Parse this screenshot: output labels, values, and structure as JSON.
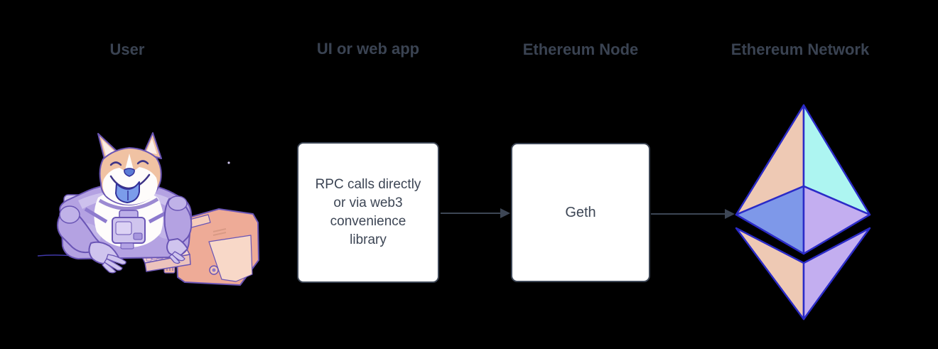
{
  "colors": {
    "canvas-bg": "#000000",
    "heading": "#3a4352",
    "stroke": "#3d4655",
    "box-bg": "#ffffff",
    "eth-outline": "#2b2bc7",
    "eth-peach": "#eec9b4",
    "eth-cyan": "#adf5f1",
    "eth-blue": "#7e98e9",
    "eth-lavender": "#c3aef0",
    "doge-fur": "#f0c2a3",
    "doge-white": "#fefcfb",
    "suit-purple": "#b4a2e2",
    "suit-light": "#cfc4ee",
    "ink-purple": "#6a55b5",
    "tongue-blue": "#7b9cea",
    "computer-salmon": "#eeab97",
    "computer-panel": "#f8d8c8",
    "keyboard-pink": "#f7d9d4"
  },
  "headings": {
    "user": "User",
    "ui": "UI or web app",
    "node": "Ethereum Node",
    "network": "Ethereum Network"
  },
  "ui_box": {
    "lines": [
      "RPC calls directly",
      "or via web3",
      "convenience",
      "library"
    ]
  },
  "node_box": {
    "label": "Geth"
  },
  "icons": {
    "left": "doge-astronaut-at-computer-illustration",
    "right": "ethereum-logo"
  }
}
